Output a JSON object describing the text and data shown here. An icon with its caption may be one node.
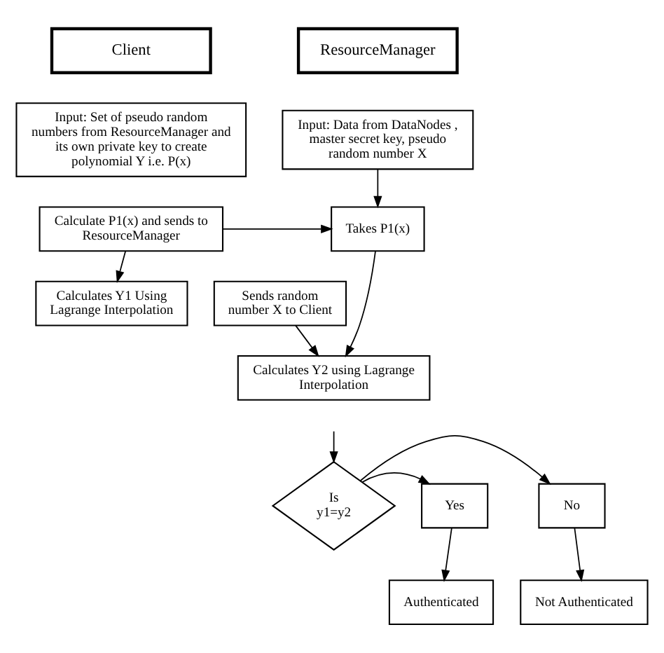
{
  "diagram": {
    "nodes": [
      {
        "text": [
          "Client"
        ]
      },
      {
        "text": [
          "ResourceManager"
        ]
      },
      {
        "text": [
          "Input: Set of pseudo random numbers from ResourceManager and its own private key to create polynomial Y i.e. P(x)"
        ]
      },
      {
        "text": [
          "Input: Data from DataNodes , master secret key, pseudo random number X"
        ]
      },
      {
        "text": [
          "Calculate P1(x) and sends to ResourceManager"
        ]
      },
      {
        "text": [
          "Calculates Y1 Using Lagrange Interpolation"
        ]
      },
      {
        "text": [
          "Takes P1(x)"
        ]
      },
      {
        "text": [
          "Sends random number X to Client"
        ]
      },
      {
        "text": [
          "Calculates Y2 using Lagrange Interpolation"
        ]
      },
      {
        "text": [
          "Is y1=y2"
        ]
      },
      {
        "text": [
          "No"
        ]
      },
      {
        "text": [
          "Yes"
        ]
      },
      {
        "text": [
          "Not Authenticated"
        ]
      },
      {
        "text": [
          "Authenticated"
        ]
      }
    ],
    "edges": [
      {
        "from": 3,
        "to": 6,
        "arrow": "to"
      },
      {
        "from": 4,
        "to": 6,
        "arrow": "to"
      },
      {
        "from": 4,
        "to": 5,
        "arrow": "to"
      },
      {
        "from": 6,
        "to": 8,
        "arrow": "to"
      },
      {
        "from": 7,
        "to": 8,
        "arrow": "to"
      },
      {
        "from": null,
        "to": 9,
        "arrow": "to"
      },
      {
        "from": 9,
        "to": 10,
        "arrow": "to"
      },
      {
        "from": 9,
        "to": 11,
        "arrow": "to"
      },
      {
        "from": 10,
        "to": 12,
        "arrow": "to"
      },
      {
        "from": 11,
        "to": 13,
        "arrow": "to"
      }
    ]
  }
}
